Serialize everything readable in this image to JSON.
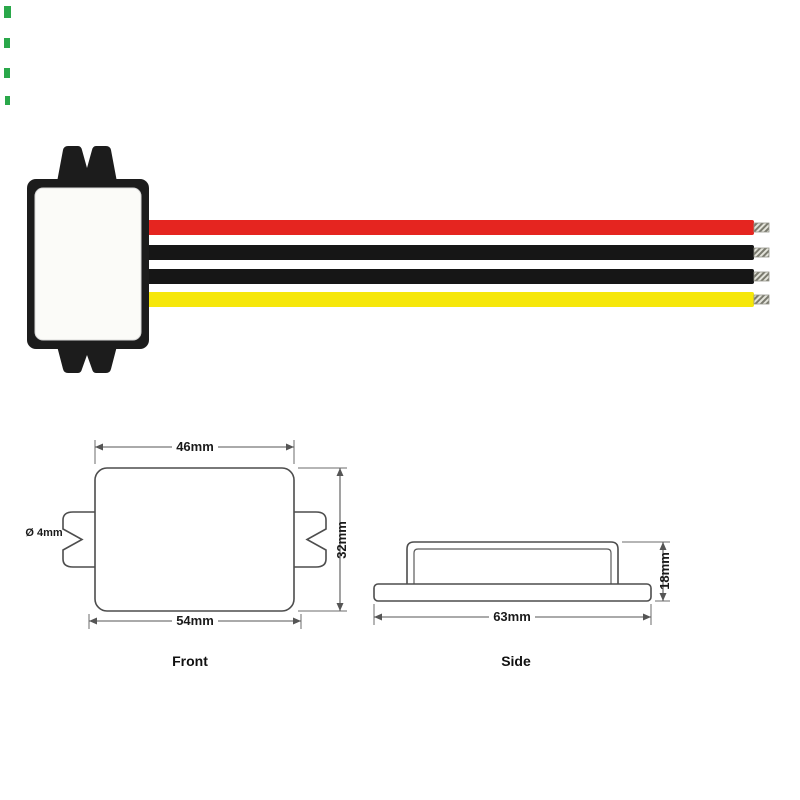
{
  "illustration": {
    "module": {
      "body_color": "#1c1c1c",
      "face_color": "#fbfbf8"
    },
    "wires": [
      {
        "id": "red",
        "color": "#e52520"
      },
      {
        "id": "black-1",
        "color": "#161616"
      },
      {
        "id": "black-2",
        "color": "#161616"
      },
      {
        "id": "yellow",
        "color": "#f6e70a"
      }
    ],
    "edge_mark_color": "#2aa84a"
  },
  "drawings": {
    "front": {
      "label": "Front",
      "top_width": "46mm",
      "bottom_width": "54mm",
      "height": "32mm",
      "hole_diameter": "Ø 4mm"
    },
    "side": {
      "label": "Side",
      "length": "63mm",
      "height": "18mm"
    }
  }
}
